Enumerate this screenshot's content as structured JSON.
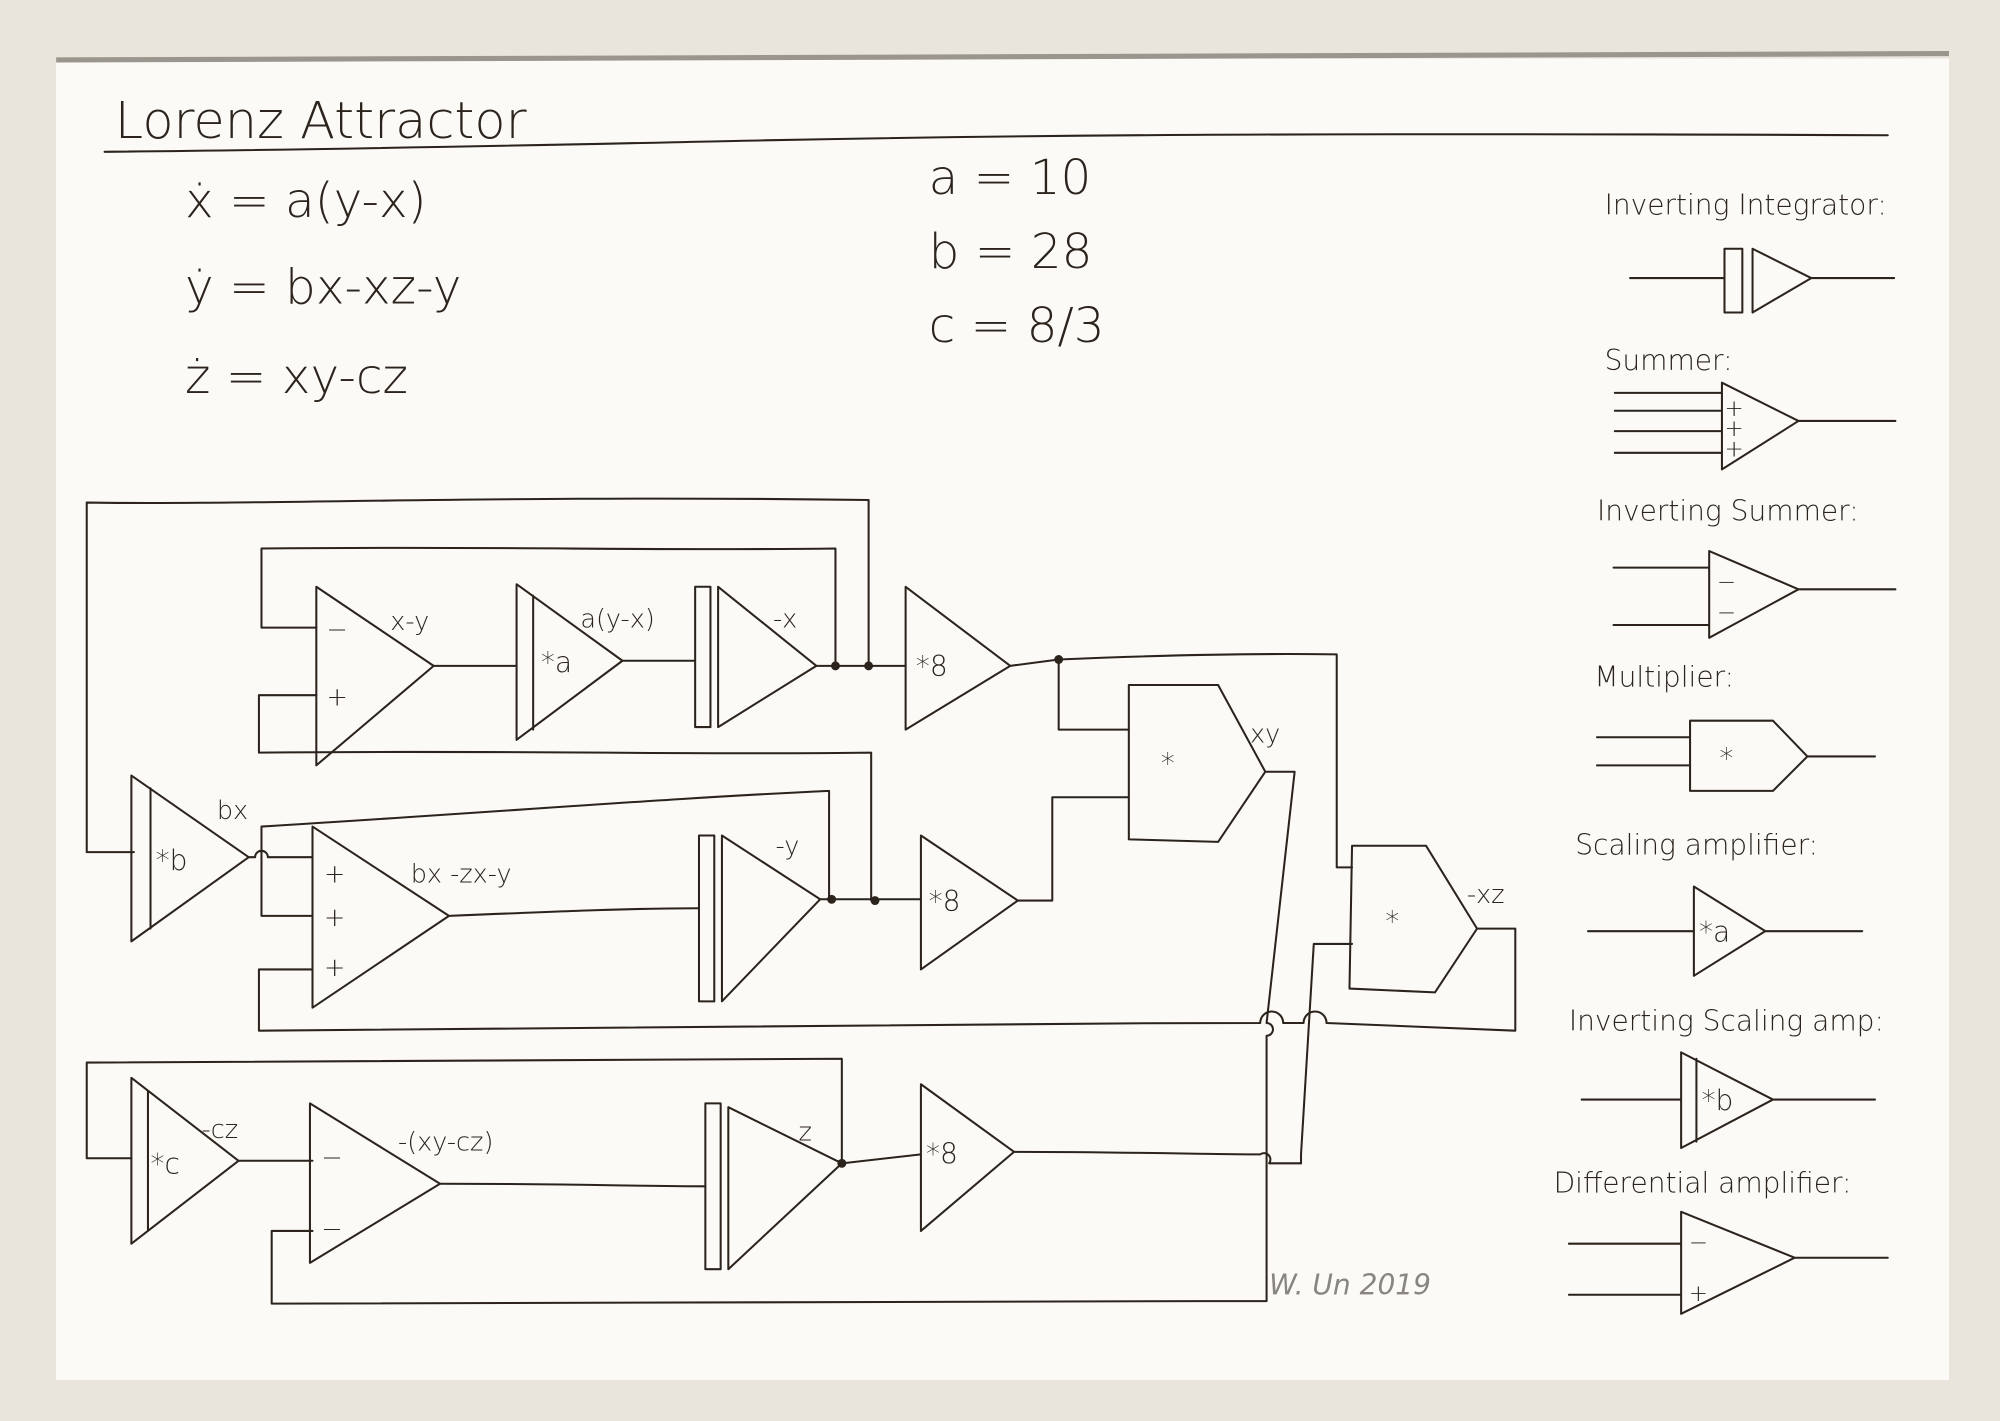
{
  "title": "Lorenz Attractor",
  "equations": [
    "ẋ = a(y-x)",
    "ẏ = bx-xz-y",
    "ż = xy-cz"
  ],
  "parameters": [
    "a = 10",
    "b = 28",
    "c = 8/3"
  ],
  "legend": [
    {
      "label": "Inverting Integrator:"
    },
    {
      "label": "Summer:",
      "signs": [
        "+",
        "+",
        "+"
      ]
    },
    {
      "label": "Inverting Summer:",
      "signs": [
        "−",
        "−"
      ]
    },
    {
      "label": "Multiplier:",
      "symbol": "*"
    },
    {
      "label": "Scaling amplifier:",
      "symbol": "*a"
    },
    {
      "label": "Inverting Scaling amp:",
      "symbol": "*b"
    },
    {
      "label": "Differential amplifier:",
      "signs": [
        "−",
        "+"
      ]
    }
  ],
  "circuit": {
    "diff_amp": {
      "signs": [
        "−",
        "+"
      ],
      "output": "x-y"
    },
    "scale_a": {
      "symbol": "*a",
      "output": "a(y-x)"
    },
    "integrator_x": {
      "output": "-x"
    },
    "scale_x8": {
      "symbol": "*8"
    },
    "scale_b": {
      "symbol": "*b",
      "output": "bx"
    },
    "summer_y": {
      "signs": [
        "+",
        "+",
        "+"
      ],
      "output": "bx -zx-y"
    },
    "integrator_y": {
      "output": "-y"
    },
    "scale_y8": {
      "symbol": "*8"
    },
    "multiplier_xy": {
      "symbol": "*",
      "output": "xy"
    },
    "multiplier_xz": {
      "symbol": "*",
      "output": "-xz"
    },
    "scale_c": {
      "symbol": "*c",
      "output": "-cz"
    },
    "summer_z": {
      "signs": [
        "−",
        "−"
      ],
      "output": "-(xy-cz)"
    },
    "integrator_z": {
      "output": "z"
    },
    "scale_z8": {
      "symbol": "*8"
    }
  },
  "signature": "W. Un 2019"
}
